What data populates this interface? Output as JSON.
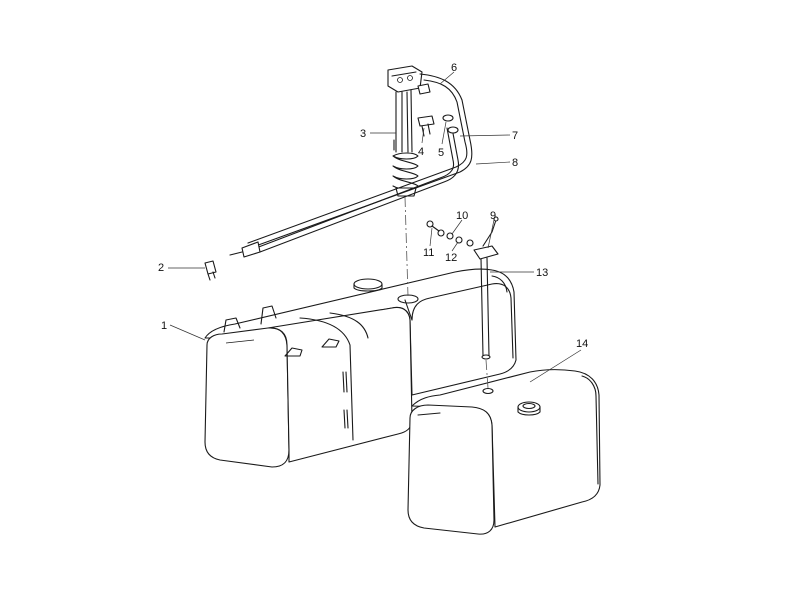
{
  "diagram": {
    "callouts": [
      {
        "id": "1",
        "label": "1"
      },
      {
        "id": "2",
        "label": "2"
      },
      {
        "id": "3",
        "label": "3"
      },
      {
        "id": "4",
        "label": "4"
      },
      {
        "id": "5",
        "label": "5"
      },
      {
        "id": "6",
        "label": "6"
      },
      {
        "id": "7",
        "label": "7"
      },
      {
        "id": "8",
        "label": "8"
      },
      {
        "id": "9",
        "label": "9"
      },
      {
        "id": "10",
        "label": "10"
      },
      {
        "id": "11",
        "label": "11"
      },
      {
        "id": "12",
        "label": "12"
      },
      {
        "id": "13",
        "label": "13"
      },
      {
        "id": "14",
        "label": "14"
      }
    ],
    "colors": {
      "line": "#1a1a1a",
      "background": "#ffffff"
    }
  }
}
